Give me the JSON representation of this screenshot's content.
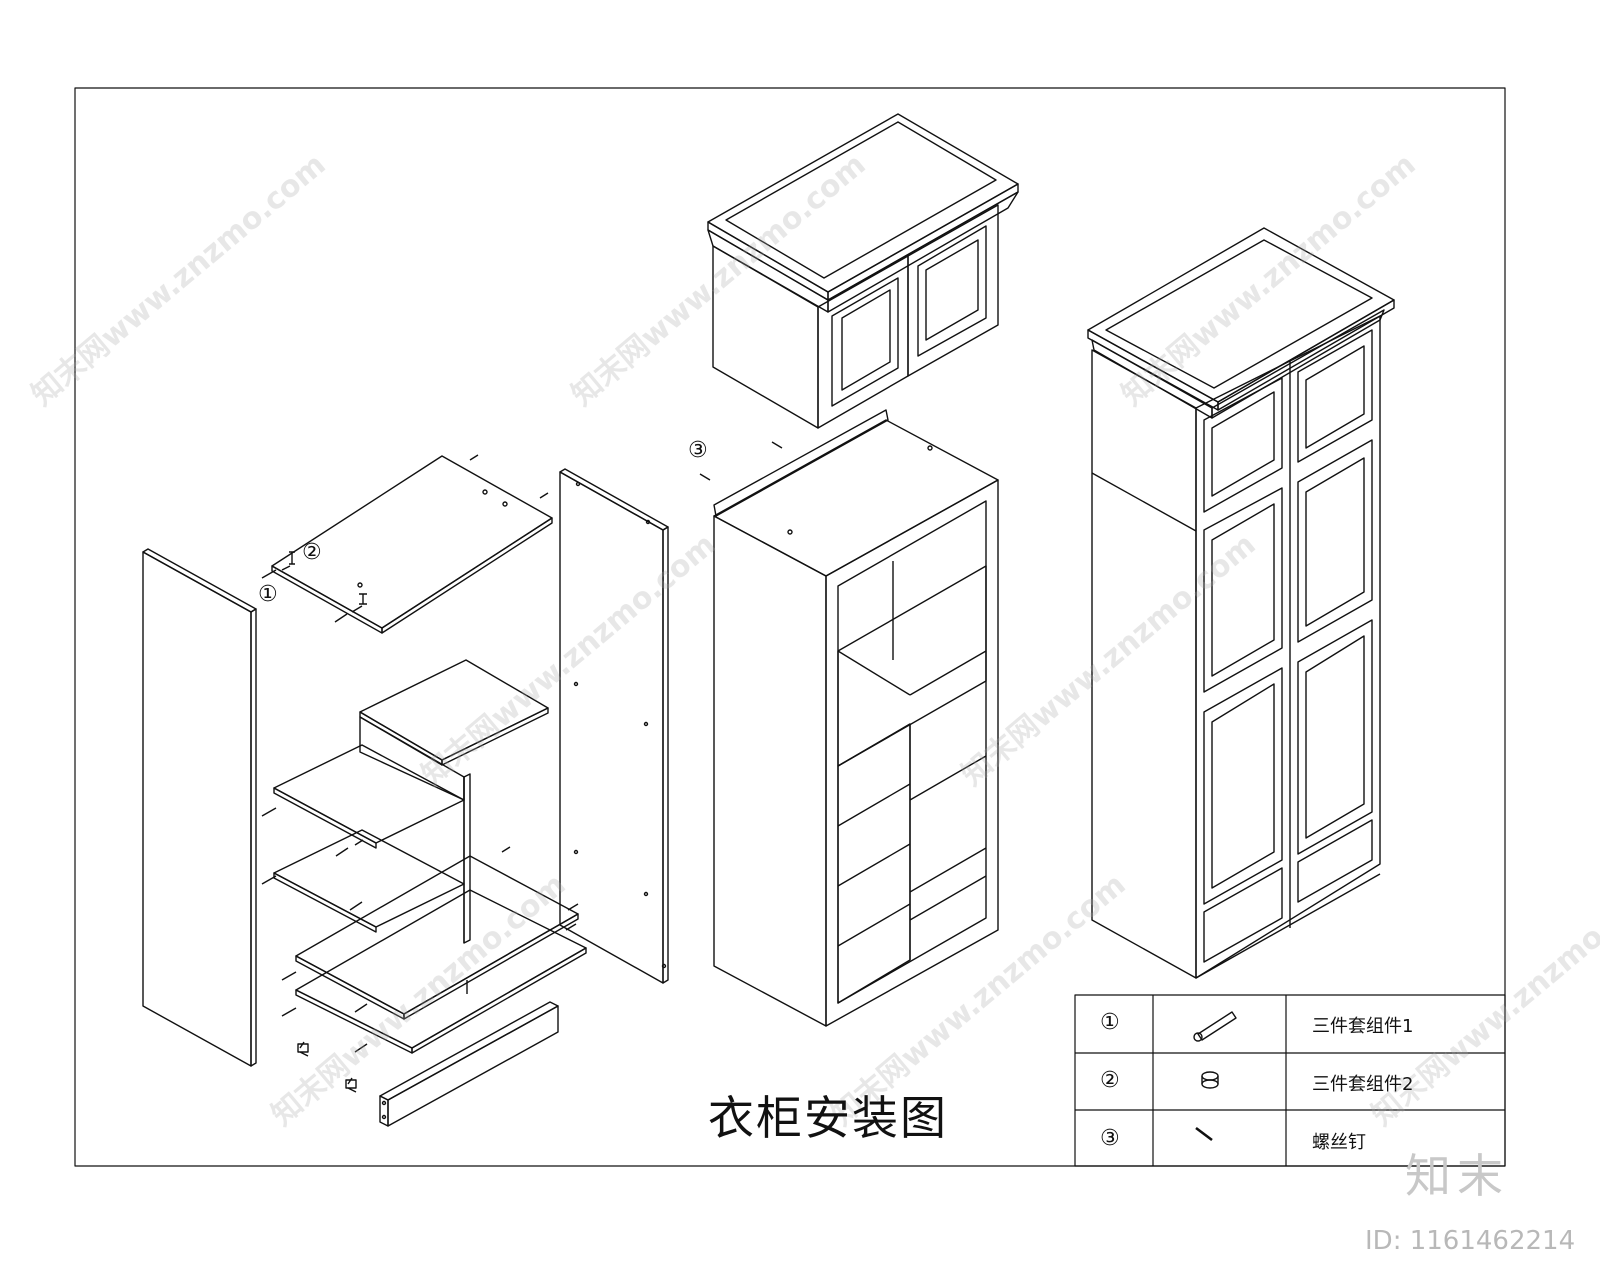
{
  "title": "衣柜安装图",
  "callouts": {
    "one": "①",
    "two": "②",
    "three": "③"
  },
  "legend": {
    "rows": [
      {
        "num": "①",
        "label": "三件套组件1",
        "icon": "cam-bolt-icon"
      },
      {
        "num": "②",
        "label": "三件套组件2",
        "icon": "cam-lock-icon"
      },
      {
        "num": "③",
        "label": "螺丝钉",
        "icon": "screw-icon"
      }
    ]
  },
  "watermark": "知末网www.znzmo.com",
  "brand": "知末",
  "id_text": "ID: 1161462214",
  "colors": {
    "line": "#111111",
    "watermark": "#aaaaaa",
    "background": "#ffffff"
  }
}
